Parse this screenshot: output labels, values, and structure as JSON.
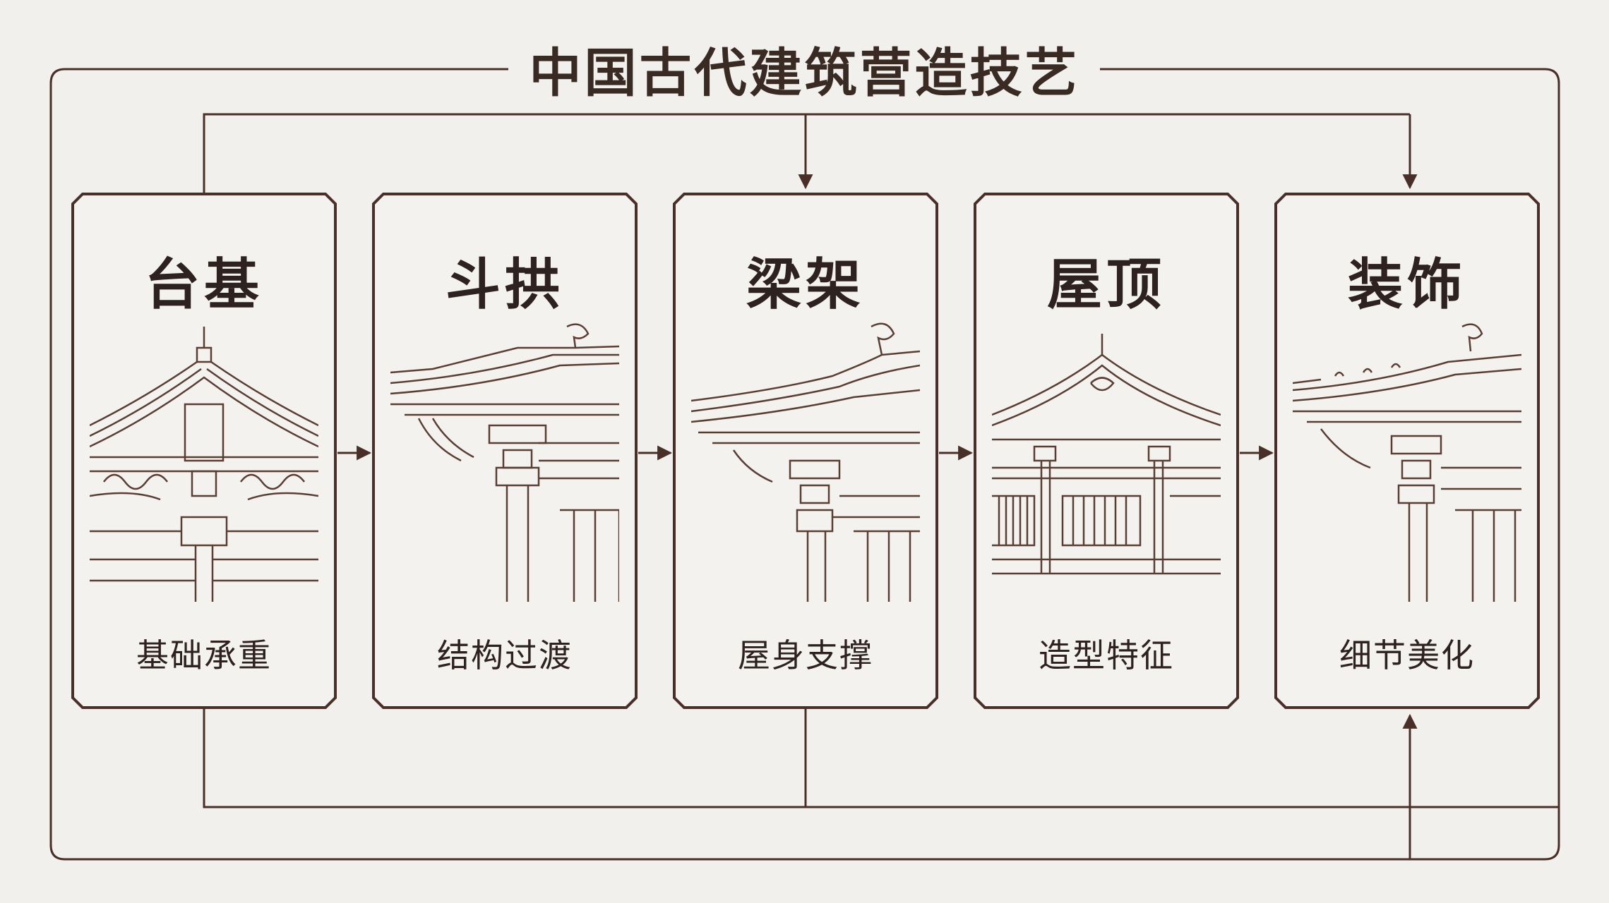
{
  "title": "中国古代建筑营造技艺",
  "colors": {
    "line": "#4a2f28",
    "background": "#f1f0ec",
    "text": "#2e2220"
  },
  "steps": [
    {
      "title": "台基",
      "subtitle": "基础承重",
      "illustration": "hip-roof-bracket-drawing"
    },
    {
      "title": "斗拱",
      "subtitle": "结构过渡",
      "illustration": "eave-bracket-drawing"
    },
    {
      "title": "梁架",
      "subtitle": "屋身支撑",
      "illustration": "eave-beam-drawing"
    },
    {
      "title": "屋顶",
      "subtitle": "造型特征",
      "illustration": "gable-roof-hall-drawing"
    },
    {
      "title": "装饰",
      "subtitle": "细节美化",
      "illustration": "ornamented-eave-drawing"
    }
  ]
}
